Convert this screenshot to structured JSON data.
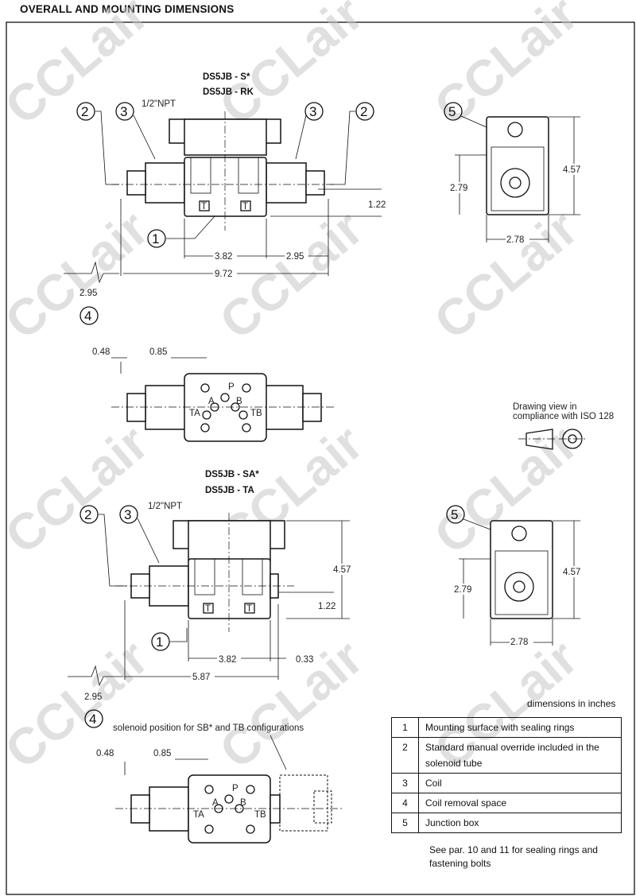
{
  "title": "OVERALL AND MOUNTING DIMENSIONS",
  "watermark": "CCLair",
  "upper": {
    "model_lines": [
      "DS5JB - S*",
      "DS5JB - RK"
    ],
    "port_label": "1/2\"NPT",
    "callouts": [
      "1",
      "2",
      "3",
      "4",
      "5"
    ],
    "dims": {
      "a": "3.82",
      "b": "2.95",
      "overall": "9.72",
      "height": "1.22",
      "coil_removal": "2.95",
      "side_height": "4.57",
      "side_mid": "2.79",
      "side_width": "2.78"
    },
    "top_view": {
      "d1": "0.48",
      "d2": "0.85",
      "ports": [
        "P",
        "A",
        "B",
        "TA",
        "TB"
      ],
      "port_marker": "T"
    }
  },
  "iso_note": [
    "Drawing view in",
    "compliance with ISO 128"
  ],
  "lower": {
    "model_lines": [
      "DS5JB - SA*",
      "DS5JB - TA"
    ],
    "port_label": "1/2\"NPT",
    "dims": {
      "a": "3.82",
      "b": "0.33",
      "overall": "5.87",
      "height": "1.22",
      "tall": "4.57",
      "coil_removal": "2.95",
      "side_height": "4.57",
      "side_mid": "2.79",
      "side_width": "2.78"
    },
    "solenoid_note": "solenoid position for SB* and TB configurations",
    "top_view": {
      "d1": "0.48",
      "d2": "0.85"
    }
  },
  "units_note": "dimensions in inches",
  "legend": [
    {
      "num": "1",
      "text": "Mounting surface with sealing rings"
    },
    {
      "num": "2",
      "text": "Standard manual override included in the solenoid tube"
    },
    {
      "num": "3",
      "text": "Coil"
    },
    {
      "num": "4",
      "text": "Coil removal space"
    },
    {
      "num": "5",
      "text": "Junction box"
    }
  ],
  "footnote": [
    "See par. 10 and 11 for sealing rings and",
    "fastening bolts"
  ]
}
